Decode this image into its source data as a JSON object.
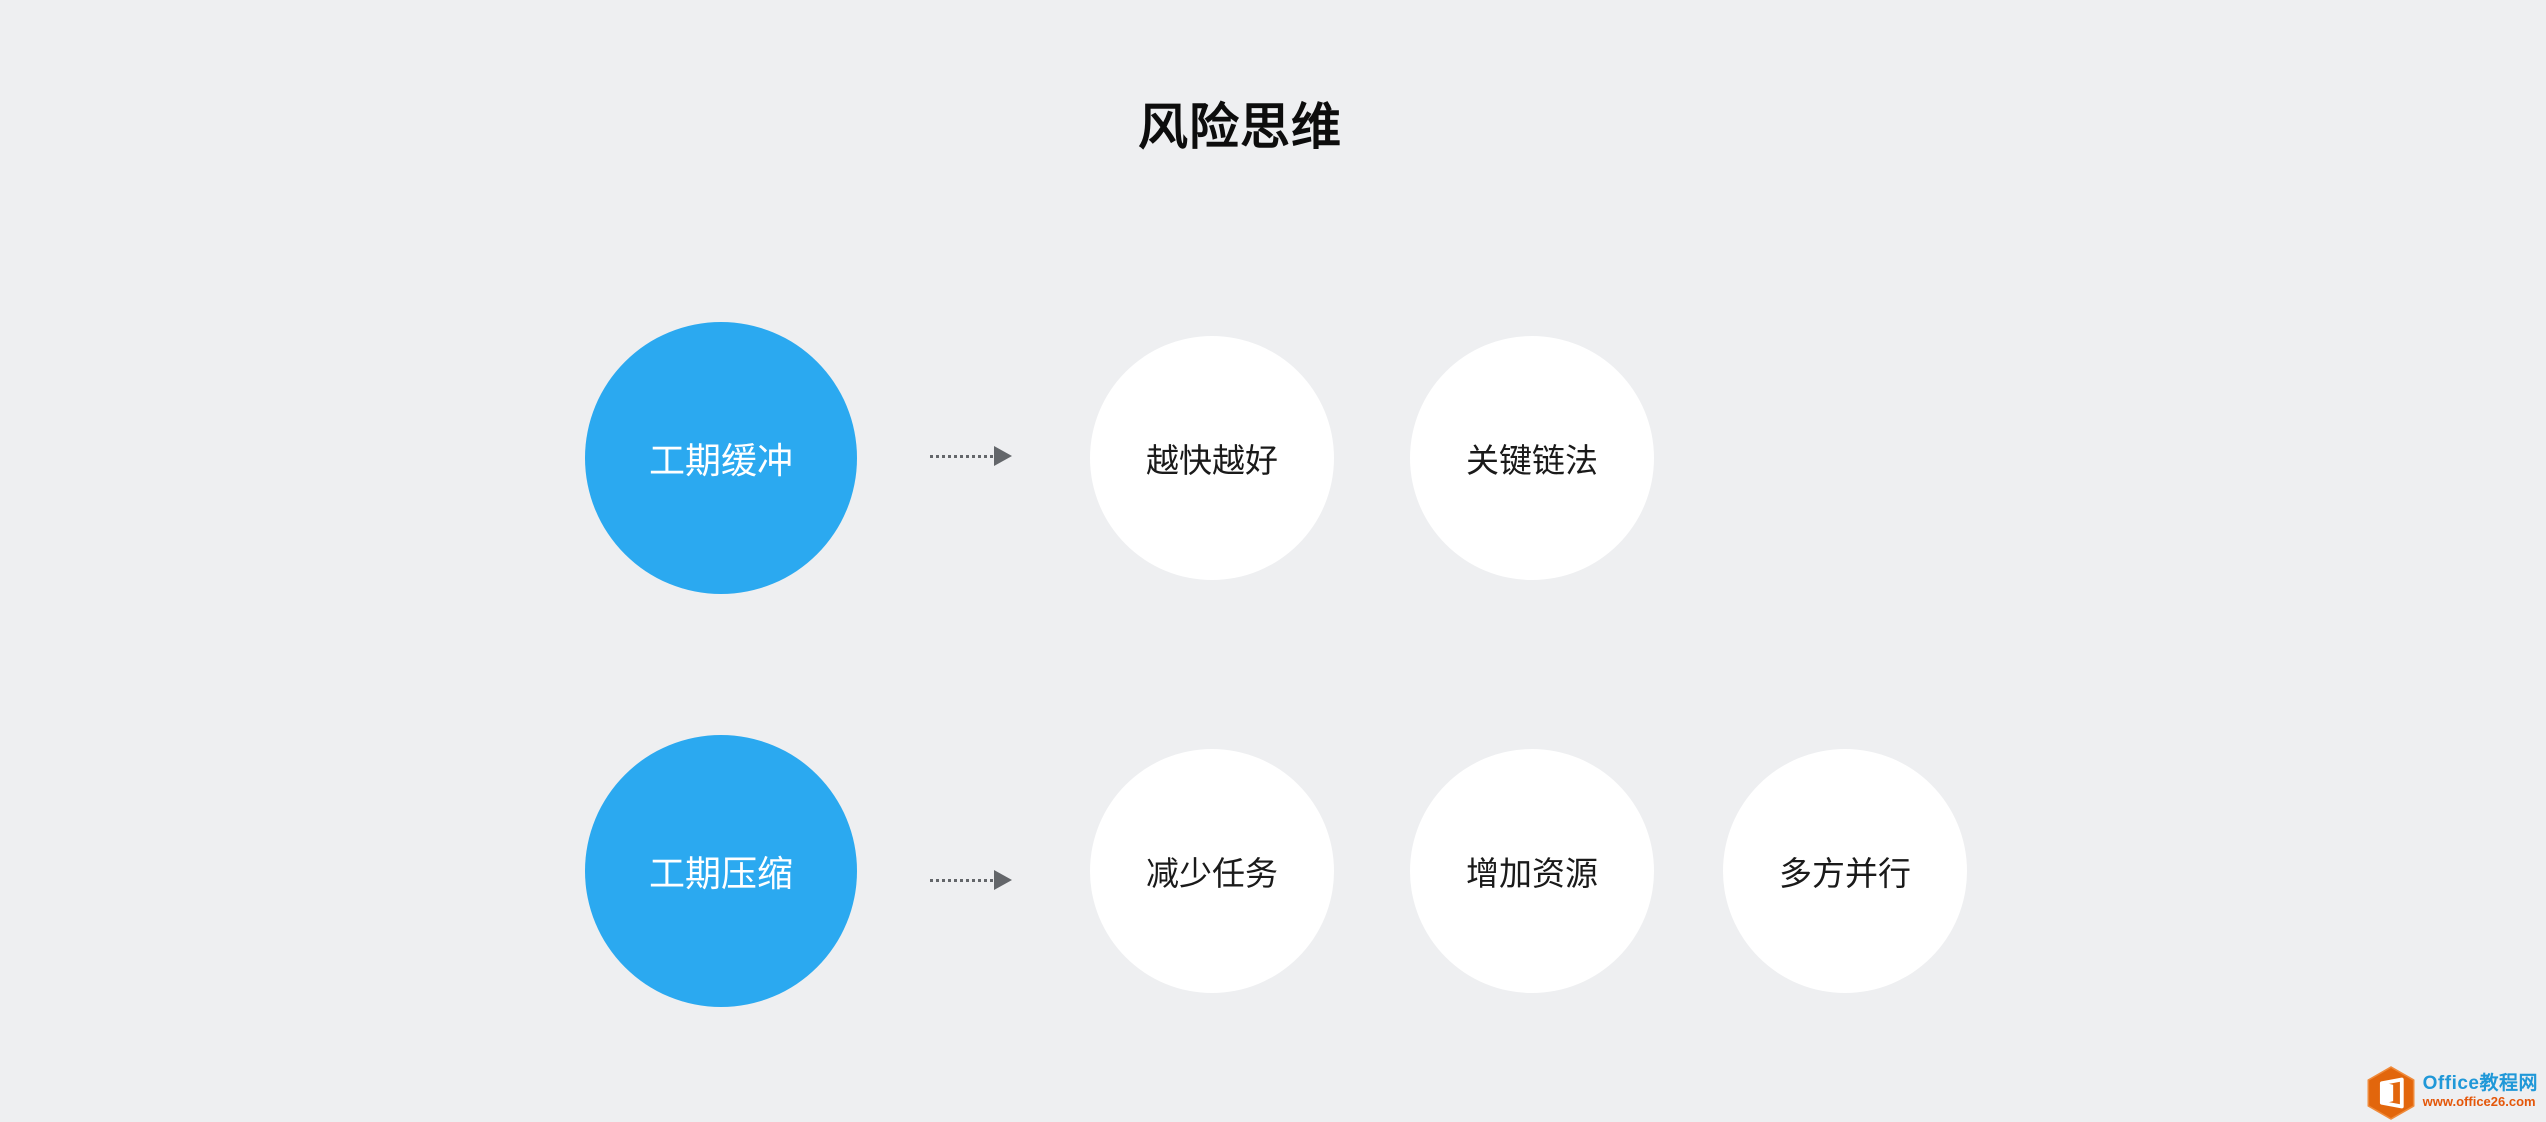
{
  "title": "风险思维",
  "rows": [
    {
      "source": "工期缓冲",
      "targets": [
        "越快越好",
        "关键链法"
      ]
    },
    {
      "source": "工期压缩",
      "targets": [
        "减少任务",
        "增加资源",
        "多方并行"
      ]
    }
  ],
  "arrows": {
    "style": "dotted-line-with-solid-triangle-head",
    "count": 2
  },
  "watermark": {
    "site_name": "Office教程网",
    "site_url": "www.office26.com"
  },
  "colors": {
    "background": "#eeeff1",
    "source_node": "#2ba9f0",
    "target_node": "#ffffff",
    "arrow": "#63666a",
    "title_text": "#0d0d0d",
    "watermark_blue": "#2098d8",
    "watermark_orange": "#e4570a",
    "logo_orange": "#e2660c"
  }
}
